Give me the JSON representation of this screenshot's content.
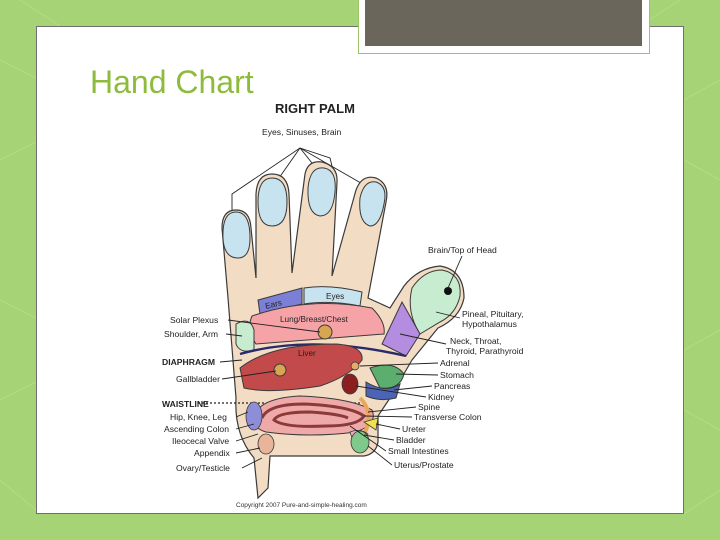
{
  "slide": {
    "title": "Hand Chart"
  },
  "diagram": {
    "heading": "RIGHT PALM",
    "copyright": "Copyright 2007 Pure-and-simple-healing.com",
    "top_label": "Eyes, Sinuses, Brain",
    "inner_labels": {
      "ears": "Ears",
      "eyes": "Eyes",
      "lung": "Lung/Breast/Chest",
      "liver": "Liver"
    },
    "left_labels": {
      "solar_plexus": "Solar Plexus",
      "shoulder_arm": "Shoulder, Arm",
      "diaphragm": "DIAPHRAGM",
      "gallbladder": "Gallbladder",
      "waistline": "WAISTLINE",
      "hip_knee_leg": "Hip, Knee, Leg",
      "ascending_colon": "Ascending Colon",
      "ileocecal_valve": "Ileocecal Valve",
      "appendix": "Appendix",
      "ovary_testicle": "Ovary/Testicle"
    },
    "right_labels": {
      "brain_top": "Brain/Top of Head",
      "pineal_1": "Pineal, Pituitary,",
      "pineal_2": "Hypothalamus",
      "neck_1": "Neck, Throat,",
      "neck_2": "Thyroid, Parathyroid",
      "adrenal": "Adrenal",
      "stomach": "Stomach",
      "pancreas": "Pancreas",
      "kidney": "Kidney",
      "spine": "Spine",
      "transverse_colon": "Transverse Colon",
      "ureter": "Ureter",
      "bladder": "Bladder",
      "small_intestines": "Small Intestines",
      "uterus_prostate": "Uterus/Prostate"
    }
  }
}
